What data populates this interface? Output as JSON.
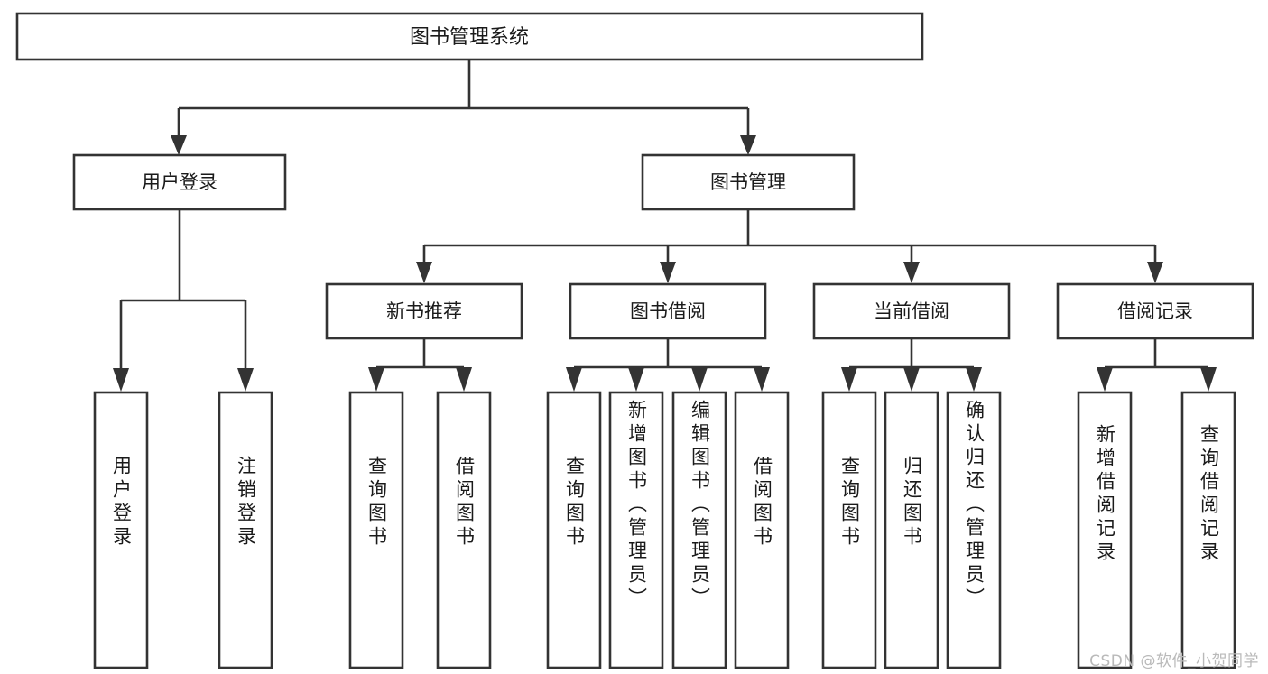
{
  "diagram": {
    "title": "图书管理系统",
    "type": "tree",
    "watermark": "CSDN @软件_小贺同学",
    "colors": {
      "box_stroke": "#333333",
      "box_fill": "#ffffff",
      "text": "#1a1a1a",
      "background": "#ffffff",
      "watermark": "#b9b9b9"
    },
    "levels": {
      "root": {
        "label": "图书管理系统"
      },
      "level2": [
        {
          "id": "user-login",
          "label": "用户登录"
        },
        {
          "id": "book-manage",
          "label": "图书管理"
        }
      ],
      "level3": [
        {
          "id": "new-book-recommend",
          "label": "新书推荐"
        },
        {
          "id": "book-borrow",
          "label": "图书借阅"
        },
        {
          "id": "current-borrow",
          "label": "当前借阅"
        },
        {
          "id": "borrow-record",
          "label": "借阅记录"
        }
      ],
      "leaves": [
        {
          "id": "leaf-user-login",
          "label": "用户登录",
          "parent": "user-login"
        },
        {
          "id": "leaf-user-logout",
          "label": "注销登录",
          "parent": "user-login"
        },
        {
          "id": "leaf-query-book-1",
          "label": "查询图书",
          "parent": "new-book-recommend"
        },
        {
          "id": "leaf-borrow-book-1",
          "label": "借阅图书",
          "parent": "new-book-recommend"
        },
        {
          "id": "leaf-query-book-2",
          "label": "查询图书",
          "parent": "book-borrow"
        },
        {
          "id": "leaf-add-book",
          "label": "新增图书（管理员）",
          "parent": "book-borrow"
        },
        {
          "id": "leaf-edit-book",
          "label": "编辑图书（管理员）",
          "parent": "book-borrow"
        },
        {
          "id": "leaf-borrow-book-2",
          "label": "借阅图书",
          "parent": "book-borrow"
        },
        {
          "id": "leaf-query-book-3",
          "label": "查询图书",
          "parent": "current-borrow"
        },
        {
          "id": "leaf-return-book",
          "label": "归还图书",
          "parent": "current-borrow"
        },
        {
          "id": "leaf-confirm-return",
          "label": "确认归还（管理员）",
          "parent": "current-borrow"
        },
        {
          "id": "leaf-add-record",
          "label": "新增借阅记录",
          "parent": "borrow-record"
        },
        {
          "id": "leaf-query-record",
          "label": "查询借阅记录",
          "parent": "borrow-record"
        }
      ]
    }
  }
}
